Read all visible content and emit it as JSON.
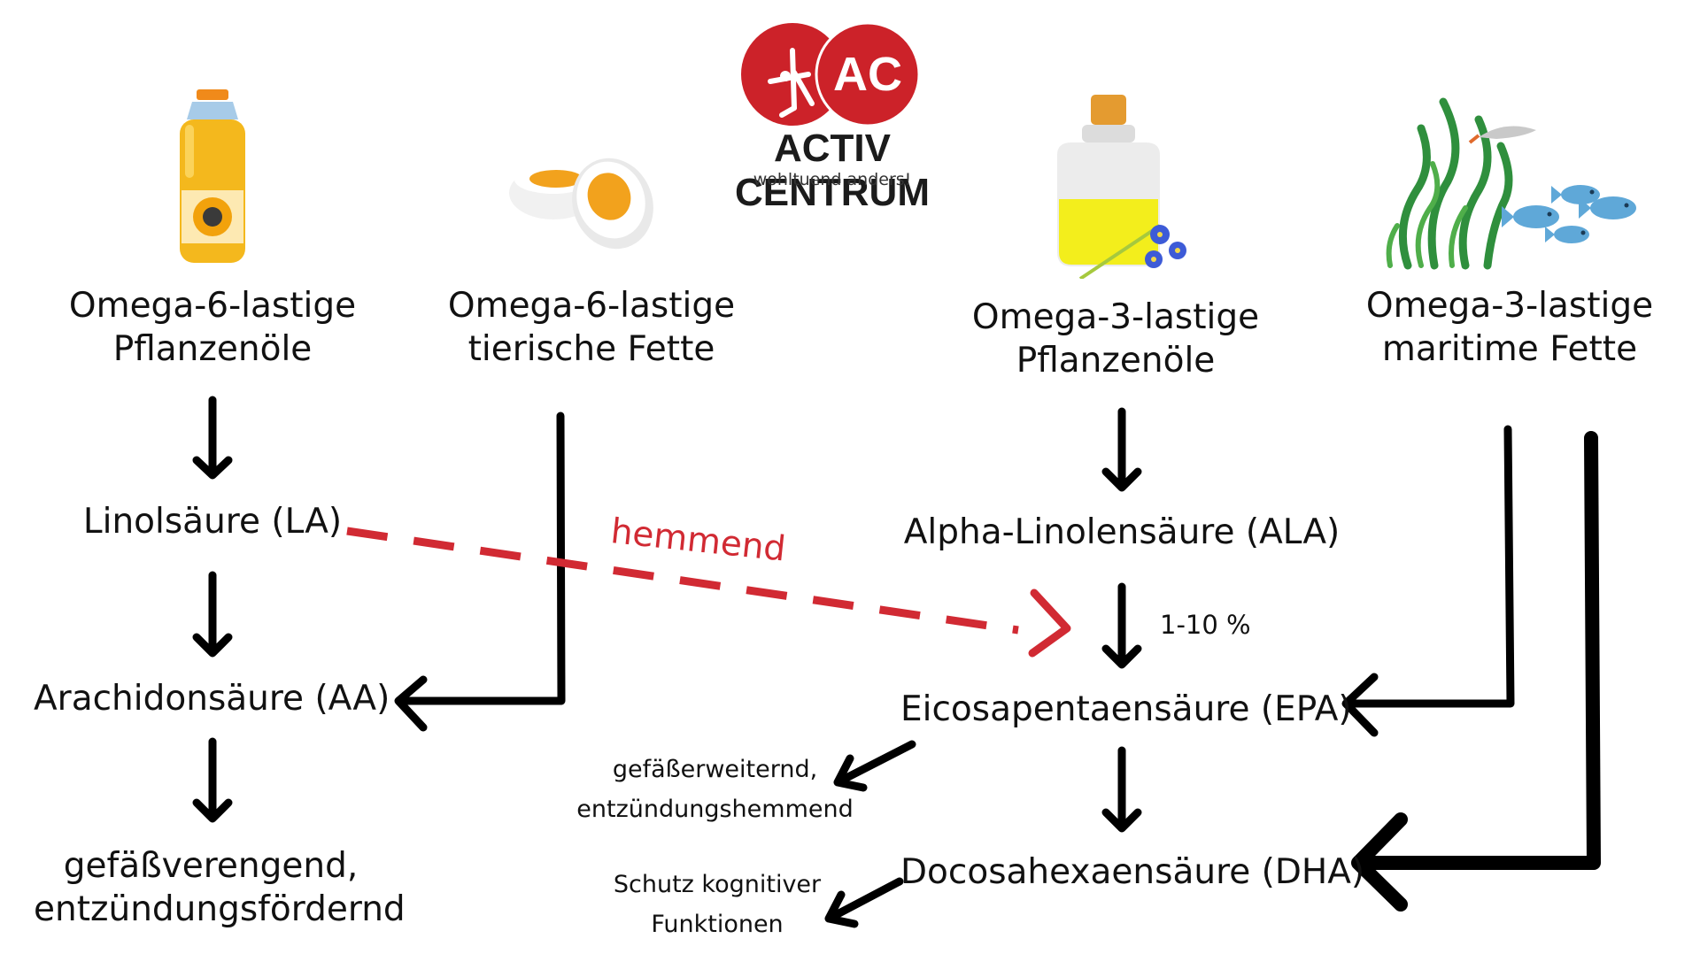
{
  "brand": {
    "logo_letters": "AC",
    "name": "ACTIV CENTRUM",
    "tagline": "wohltuend anders!",
    "color": "#cc2229"
  },
  "sources": {
    "omega6_plant": [
      "Omega-6-lastige",
      "Pflanzenöle"
    ],
    "omega6_animal": [
      "Omega-6-lastige",
      "tierische Fette"
    ],
    "omega3_plant": [
      "Omega-3-lastige",
      "Pflanzenöle"
    ],
    "omega3_marine": [
      "Omega-3-lastige",
      "maritime Fette"
    ]
  },
  "acids": {
    "la": "Linolsäure (LA)",
    "aa": "Arachidonsäure (AA)",
    "ala": "Alpha-Linolensäure (ALA)",
    "epa": "Eicosapentaensäure (EPA)",
    "dha": "Docosahexaensäure (DHA)"
  },
  "effects": {
    "aa_effect": [
      "gefäßverengend,",
      "entzündungsfördernd"
    ],
    "epa_effect": [
      "gefäßerweiternd,",
      "entzündungshemmend"
    ],
    "dha_effect": [
      "Schutz kognitiver",
      "Funktionen"
    ]
  },
  "annotations": {
    "inhibiting": "hemmend",
    "conversion_rate": "1-10 %"
  },
  "colors": {
    "arrow": "#000000",
    "inhibit": "#d12a33"
  },
  "icons": [
    "sunflower-oil-bottle-icon",
    "boiled-egg-icon",
    "linseed-oil-jar-icon",
    "seaweed-fish-shrimp-icon"
  ]
}
